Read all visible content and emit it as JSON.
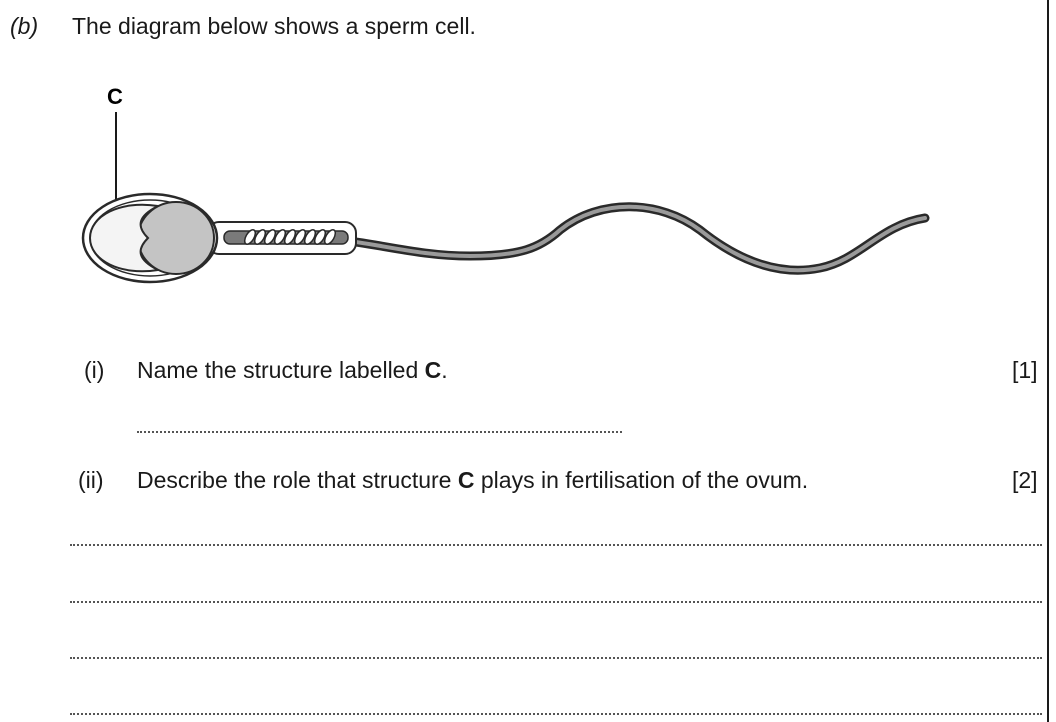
{
  "header": {
    "part_label": "(b)",
    "intro": "The diagram below shows a sperm cell."
  },
  "diagram": {
    "label": "C"
  },
  "questions": [
    {
      "number": "(i)",
      "text_before": "Name the structure labelled ",
      "bold_ref": "C",
      "text_after": ".",
      "marks": "[1]"
    },
    {
      "number": "(ii)",
      "text_before": "Describe the role that structure ",
      "bold_ref": "C",
      "text_after": " plays in fertilisation of the ovum.",
      "marks": "[2]"
    }
  ]
}
